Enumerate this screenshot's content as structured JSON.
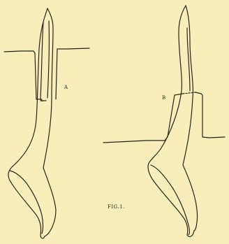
{
  "figure": {
    "label_a": "A",
    "label_b": "B",
    "caption": "FIG.1."
  },
  "colors": {
    "background": "#f7eebb",
    "ink": "#2a2418"
  }
}
